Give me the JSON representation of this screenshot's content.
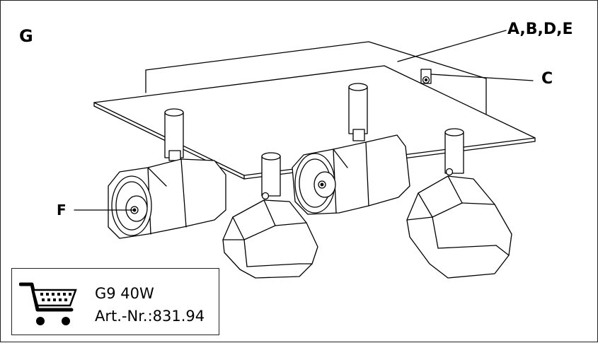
{
  "diagram": {
    "panel_label": "G",
    "callouts": {
      "abde": "A,B,D,E",
      "c": "C",
      "f": "F"
    }
  },
  "spec": {
    "bulb": "G9 40W",
    "article": "Art.-Nr.:831.94",
    "icon": "shopping-cart-icon"
  }
}
